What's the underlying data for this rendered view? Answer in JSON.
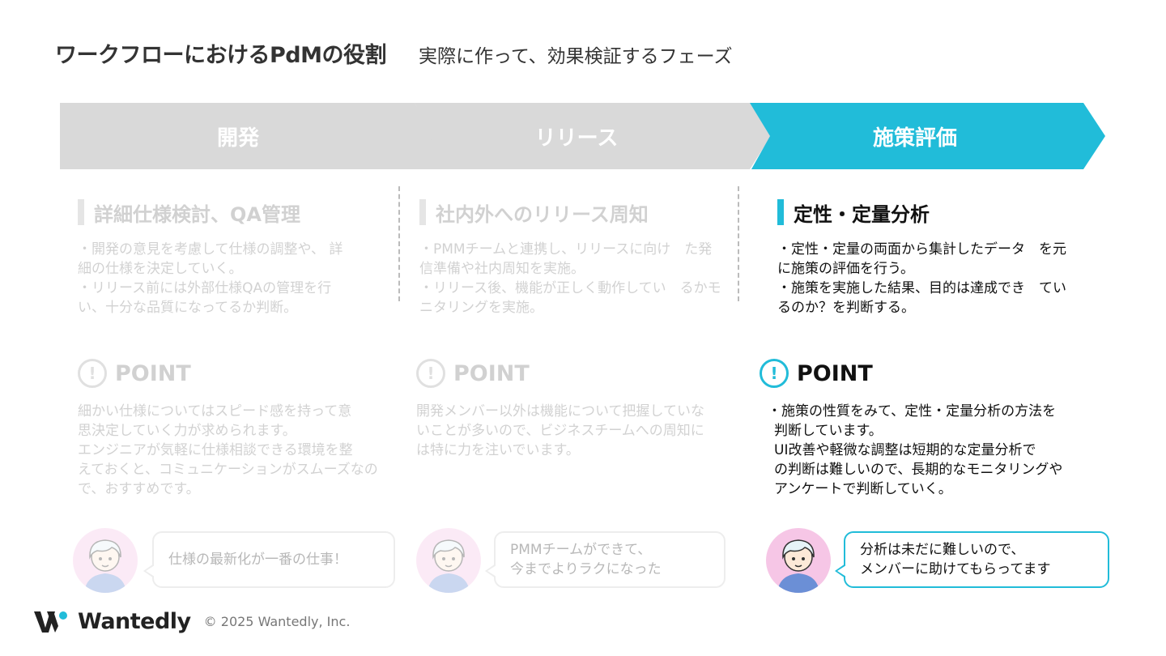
{
  "header": {
    "title": "ワークフローにおけるPdMの役割",
    "subtitle": "実際に作って、効果検証するフェーズ"
  },
  "stages": [
    {
      "label": "開発",
      "state": "inactive"
    },
    {
      "label": "リリース",
      "state": "inactive"
    },
    {
      "label": "施策評価",
      "state": "active"
    }
  ],
  "colors": {
    "accent": "#21bcd9",
    "inactive": "#d9d9d9",
    "avatar_bg": "#f6c6e6"
  },
  "sections": [
    {
      "heading": "詳細仕様検討、QA管理",
      "body": [
        "・開発の意見を考慮して仕様の調整や、 詳",
        "細の仕様を決定していく。",
        "・リリース前には外部仕様QAの管理を行",
        "い、十分な品質になってるか判断。"
      ]
    },
    {
      "heading": "社内外へのリリース周知",
      "body": [
        "・PMMチームと連携し、リリースに向け　た発",
        "信準備や社内周知を実施。",
        "・リリース後、機能が正しく動作してい　るかモ",
        "ニタリングを実施。"
      ]
    },
    {
      "heading": "定性・定量分析",
      "body": [
        "・定性・定量の両面から集計したデータ　を元",
        "に施策の評価を行う。",
        "・施策を実施した結果、目的は達成でき　てい",
        "るのか？を判断する。"
      ]
    }
  ],
  "point_label": "POINT",
  "point_icon": "exclamation-circle-icon",
  "points": [
    [
      "細かい仕様についてはスピード感を持って意",
      "思決定していく力が求められます。",
      "エンジニアが気軽に仕様相談できる環境を整",
      "えておくと、コミュニケーションがスムーズなの",
      "で、おすすめです。"
    ],
    [
      "開発メンバー以外は機能について把握していな",
      "いことが多いので、ビジネスチームへの周知に",
      "は特に力を注いでいます。"
    ],
    [
      "・施策の性質をみて、定性・定量分析の方法を",
      "判断しています。",
      "UI改善や軽微な調整は短期的な定量分析で",
      "の判断は難しいので、長期的なモニタリングや",
      "アンケートで判断していく。"
    ]
  ],
  "bubbles": [
    [
      "仕様の最新化が一番の仕事！"
    ],
    [
      "PMMチームができて、",
      "今までよりラクになった"
    ],
    [
      "分析は未だに難しいので、",
      "メンバーに助けてもらってます"
    ]
  ],
  "footer": {
    "logo_text": "Wantedly",
    "copyright": "© 2025 Wantedly, Inc."
  }
}
